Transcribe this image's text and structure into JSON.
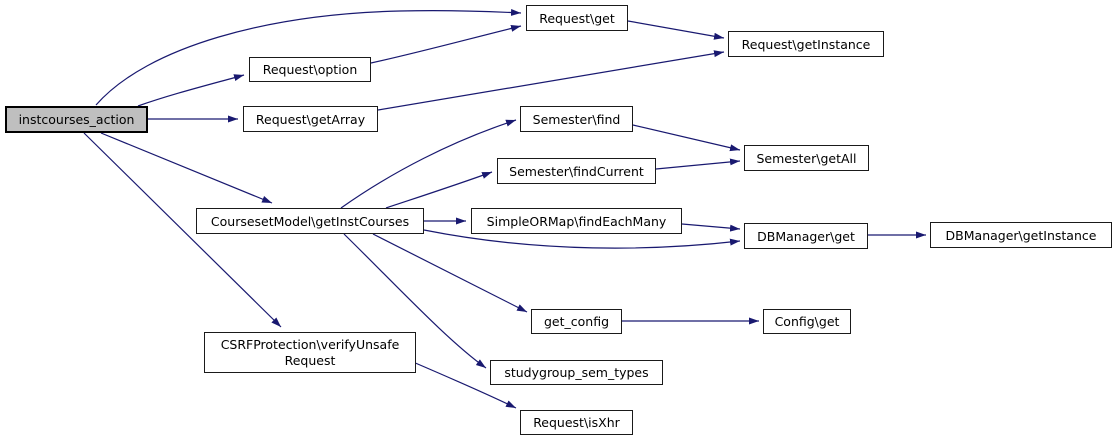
{
  "diagram": {
    "kind": "call-graph",
    "background_color": "#ffffff",
    "edge_color": "#191970",
    "node_fill": "#ffffff",
    "node_border_color": "#1a1a1a",
    "highlight_node_fill": "#bfbfbf",
    "text_color": "#000000"
  },
  "nodes": [
    {
      "id": "instcourses_action",
      "label": "instcourses_action",
      "highlighted": true
    },
    {
      "id": "request_get",
      "label": "Request\\get",
      "highlighted": false
    },
    {
      "id": "request_getinstance",
      "label": "Request\\getInstance",
      "highlighted": false
    },
    {
      "id": "request_option",
      "label": "Request\\option",
      "highlighted": false
    },
    {
      "id": "request_getarray",
      "label": "Request\\getArray",
      "highlighted": false
    },
    {
      "id": "semester_find",
      "label": "Semester\\find",
      "highlighted": false
    },
    {
      "id": "semester_findcurrent",
      "label": "Semester\\findCurrent",
      "highlighted": false
    },
    {
      "id": "semester_getall",
      "label": "Semester\\getAll",
      "highlighted": false
    },
    {
      "id": "coursesetmodel_getinstcourses",
      "label": "CoursesetModel\\getInstCourses",
      "highlighted": false
    },
    {
      "id": "simpleormap_findeachmany",
      "label": "SimpleORMap\\findEachMany",
      "highlighted": false
    },
    {
      "id": "dbmanager_get",
      "label": "DBManager\\get",
      "highlighted": false
    },
    {
      "id": "dbmanager_getinstance",
      "label": "DBManager\\getInstance",
      "highlighted": false
    },
    {
      "id": "get_config",
      "label": "get_config",
      "highlighted": false
    },
    {
      "id": "config_get",
      "label": "Config\\get",
      "highlighted": false
    },
    {
      "id": "studygroup_sem_types",
      "label": "studygroup_sem_types",
      "highlighted": false
    },
    {
      "id": "csrfprotection_verifyunsaferequest",
      "label": "CSRFProtection\\verifyUnsafeRequest",
      "lines": [
        "CSRFProtection\\verifyUnsafe",
        "Request"
      ],
      "highlighted": false
    },
    {
      "id": "request_isxhr",
      "label": "Request\\isXhr",
      "highlighted": false
    }
  ],
  "edges": [
    {
      "from": "instcourses_action",
      "to": "request_get"
    },
    {
      "from": "instcourses_action",
      "to": "request_option"
    },
    {
      "from": "instcourses_action",
      "to": "request_getarray"
    },
    {
      "from": "instcourses_action",
      "to": "coursesetmodel_getinstcourses"
    },
    {
      "from": "instcourses_action",
      "to": "csrfprotection_verifyunsaferequest"
    },
    {
      "from": "request_get",
      "to": "request_getinstance"
    },
    {
      "from": "request_option",
      "to": "request_get"
    },
    {
      "from": "request_getarray",
      "to": "request_getinstance"
    },
    {
      "from": "coursesetmodel_getinstcourses",
      "to": "semester_find"
    },
    {
      "from": "coursesetmodel_getinstcourses",
      "to": "semester_findcurrent"
    },
    {
      "from": "coursesetmodel_getinstcourses",
      "to": "simpleormap_findeachmany"
    },
    {
      "from": "coursesetmodel_getinstcourses",
      "to": "dbmanager_get"
    },
    {
      "from": "coursesetmodel_getinstcourses",
      "to": "get_config"
    },
    {
      "from": "coursesetmodel_getinstcourses",
      "to": "studygroup_sem_types"
    },
    {
      "from": "semester_find",
      "to": "semester_getall"
    },
    {
      "from": "semester_findcurrent",
      "to": "semester_getall"
    },
    {
      "from": "simpleormap_findeachmany",
      "to": "dbmanager_get"
    },
    {
      "from": "dbmanager_get",
      "to": "dbmanager_getinstance"
    },
    {
      "from": "get_config",
      "to": "config_get"
    },
    {
      "from": "csrfprotection_verifyunsaferequest",
      "to": "request_isxhr"
    }
  ]
}
